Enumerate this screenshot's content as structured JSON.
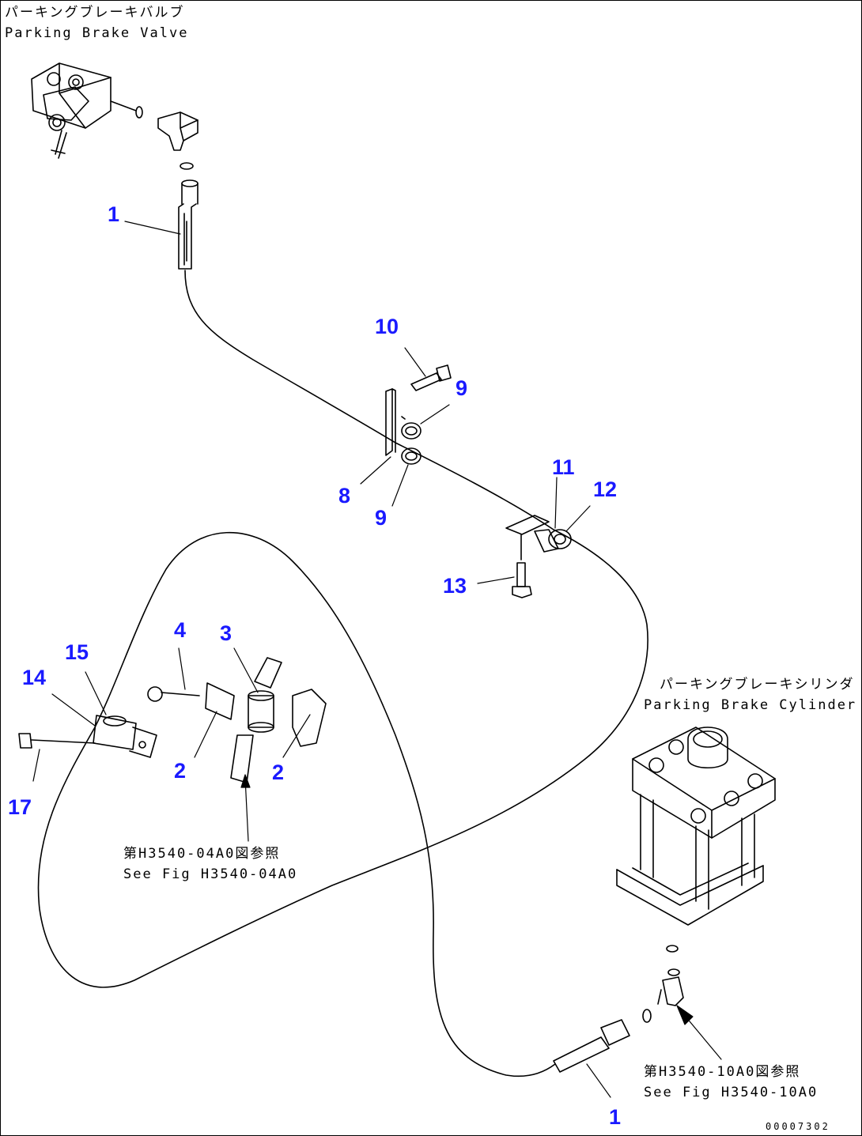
{
  "labels": {
    "valve_jp": "パーキングブレーキバルブ",
    "valve_en": "Parking Brake Valve",
    "cylinder_jp": "パーキングブレーキシリンダ",
    "cylinder_en": "Parking Brake Cylinder",
    "ref1_jp": "第H3540-04A0図参照",
    "ref1_en": "See Fig H3540-04A0",
    "ref2_jp": "第H3540-10A0図参照",
    "ref2_en": "See Fig H3540-10A0",
    "drawing_code": "00007302"
  },
  "callouts": [
    "1",
    "10",
    "9",
    "8",
    "9",
    "11",
    "12",
    "13",
    "4",
    "3",
    "15",
    "14",
    "2",
    "2",
    "17",
    "1"
  ],
  "colors": {
    "callout": "#1a1aff",
    "line": "#000000"
  }
}
